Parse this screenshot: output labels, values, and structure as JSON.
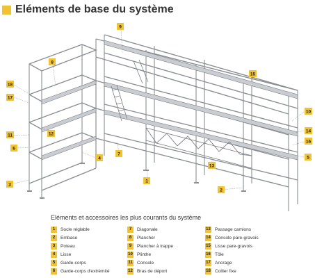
{
  "title": "Eléments de base du système",
  "legend_title": "Eléments et accessoires les plus courants du système",
  "legend": [
    {
      "num": "1",
      "label": "Socle réglable"
    },
    {
      "num": "2",
      "label": "Embase"
    },
    {
      "num": "3",
      "label": "Poteau"
    },
    {
      "num": "4",
      "label": "Lisse"
    },
    {
      "num": "5",
      "label": "Garde-corps"
    },
    {
      "num": "6",
      "label": "Garde-corps d'extrémité"
    },
    {
      "num": "7",
      "label": "Diagonale"
    },
    {
      "num": "8",
      "label": "Plancher"
    },
    {
      "num": "9",
      "label": "Plancher à trappe"
    },
    {
      "num": "10",
      "label": "Plinthe"
    },
    {
      "num": "11",
      "label": "Console"
    },
    {
      "num": "12",
      "label": "Bras de déport"
    },
    {
      "num": "13",
      "label": "Passage camions"
    },
    {
      "num": "14",
      "label": "Console pare-gravois"
    },
    {
      "num": "15",
      "label": "Lisse pare-gravois"
    },
    {
      "num": "16",
      "label": "Tôle"
    },
    {
      "num": "17",
      "label": "Ancrage"
    },
    {
      "num": "18",
      "label": "Collier fixe"
    }
  ],
  "callouts": [
    "9",
    "8",
    "18",
    "17",
    "11",
    "12",
    "6",
    "3",
    "4",
    "7",
    "1",
    "15",
    "10",
    "14",
    "16",
    "5",
    "13",
    "2"
  ],
  "colors": {
    "accent": "#f1c232",
    "steel": "#8a8f94",
    "deck": "#b9bdc1",
    "text": "#333333"
  }
}
